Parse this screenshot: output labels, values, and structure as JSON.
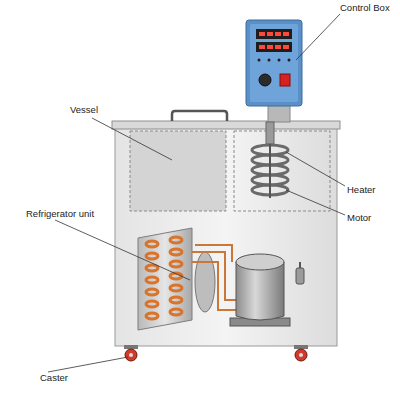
{
  "diagram": {
    "labels": [
      "Control Box",
      "Vessel",
      "Heater",
      "Motor",
      "Refrigerator unit",
      "Caster"
    ]
  }
}
